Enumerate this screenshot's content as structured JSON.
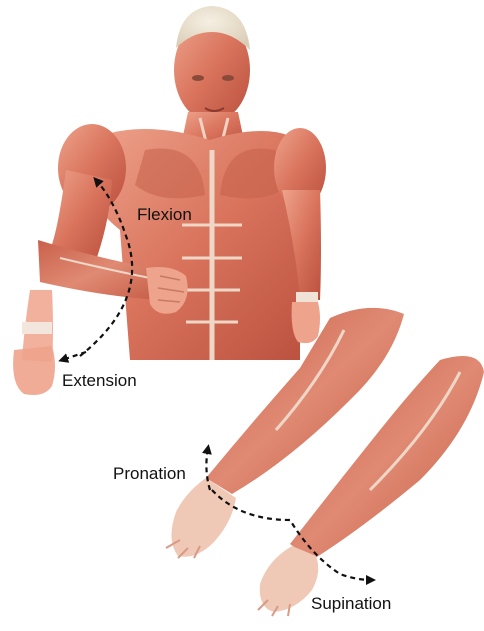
{
  "labels": {
    "flexion": "Flexion",
    "extension": "Extension",
    "pronation": "Pronation",
    "supination": "Supination"
  },
  "colors": {
    "muscle": "#d9735c",
    "muscle_dark": "#b9503e",
    "muscle_light": "#eea38c",
    "tendon": "#efd7c8",
    "skull": "#ece2cf",
    "arrow": "#111111",
    "background": "#ffffff"
  }
}
